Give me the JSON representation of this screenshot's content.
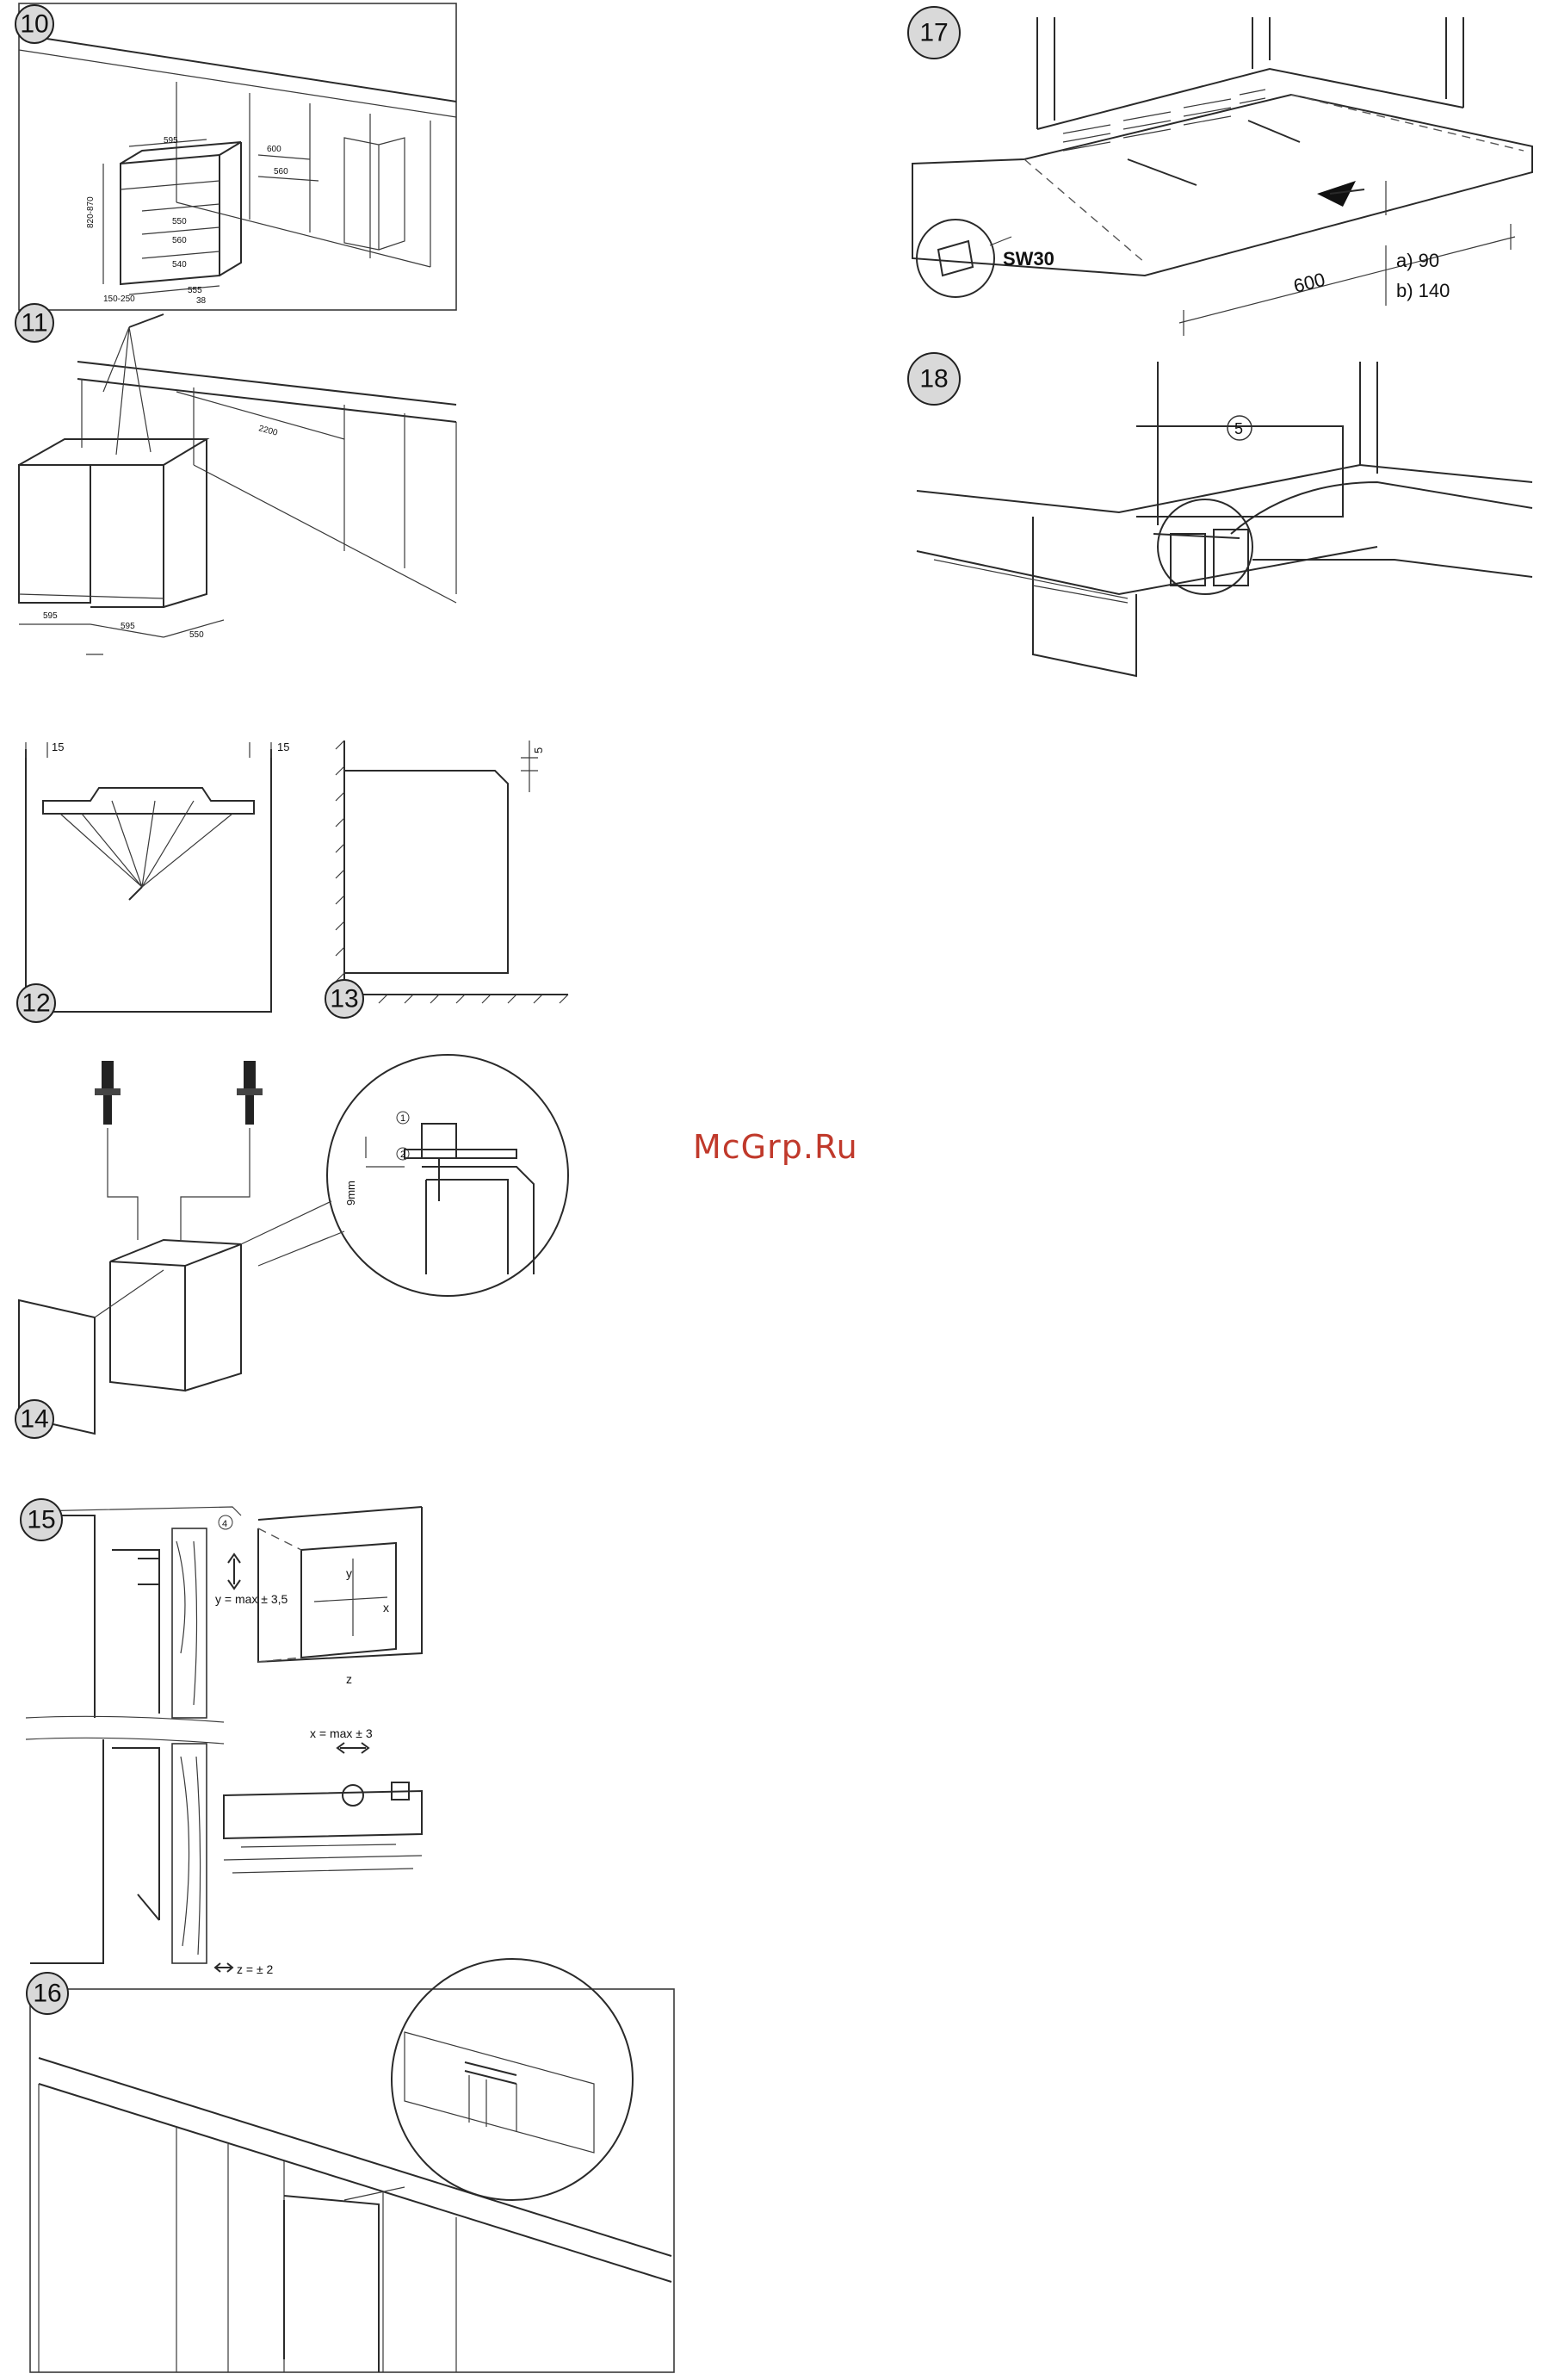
{
  "figures": [
    {
      "id": "fig10",
      "number": "10",
      "dims": [
        "595",
        "820-870",
        "550",
        "560",
        "540",
        "555",
        "38",
        "150-250",
        "600",
        "560"
      ]
    },
    {
      "id": "fig11",
      "number": "11",
      "dims": [
        "2200",
        "595",
        "595",
        "550"
      ]
    },
    {
      "id": "fig12",
      "number": "12",
      "dims": [
        "15",
        "15"
      ]
    },
    {
      "id": "fig13",
      "number": "13",
      "dims": [
        "5"
      ]
    },
    {
      "id": "fig14",
      "number": "14",
      "callouts": [
        "1",
        "2"
      ],
      "dims": [
        "9mm"
      ]
    },
    {
      "id": "fig15",
      "number": "15",
      "callouts": [
        "4"
      ],
      "labels": {
        "y": "y = max ± 3,5",
        "x": "x = max ± 3",
        "z": "z = ± 2",
        "axis_y": "y",
        "axis_x": "x",
        "axis_z": "z"
      }
    },
    {
      "id": "fig16",
      "number": "16"
    },
    {
      "id": "fig17",
      "number": "17",
      "labels": {
        "tool": "SW30",
        "width": "600",
        "a": "a) 90",
        "b": "b) 140"
      }
    },
    {
      "id": "fig18",
      "number": "18",
      "callouts": [
        "5"
      ]
    }
  ],
  "watermark": "McGrp.Ru"
}
